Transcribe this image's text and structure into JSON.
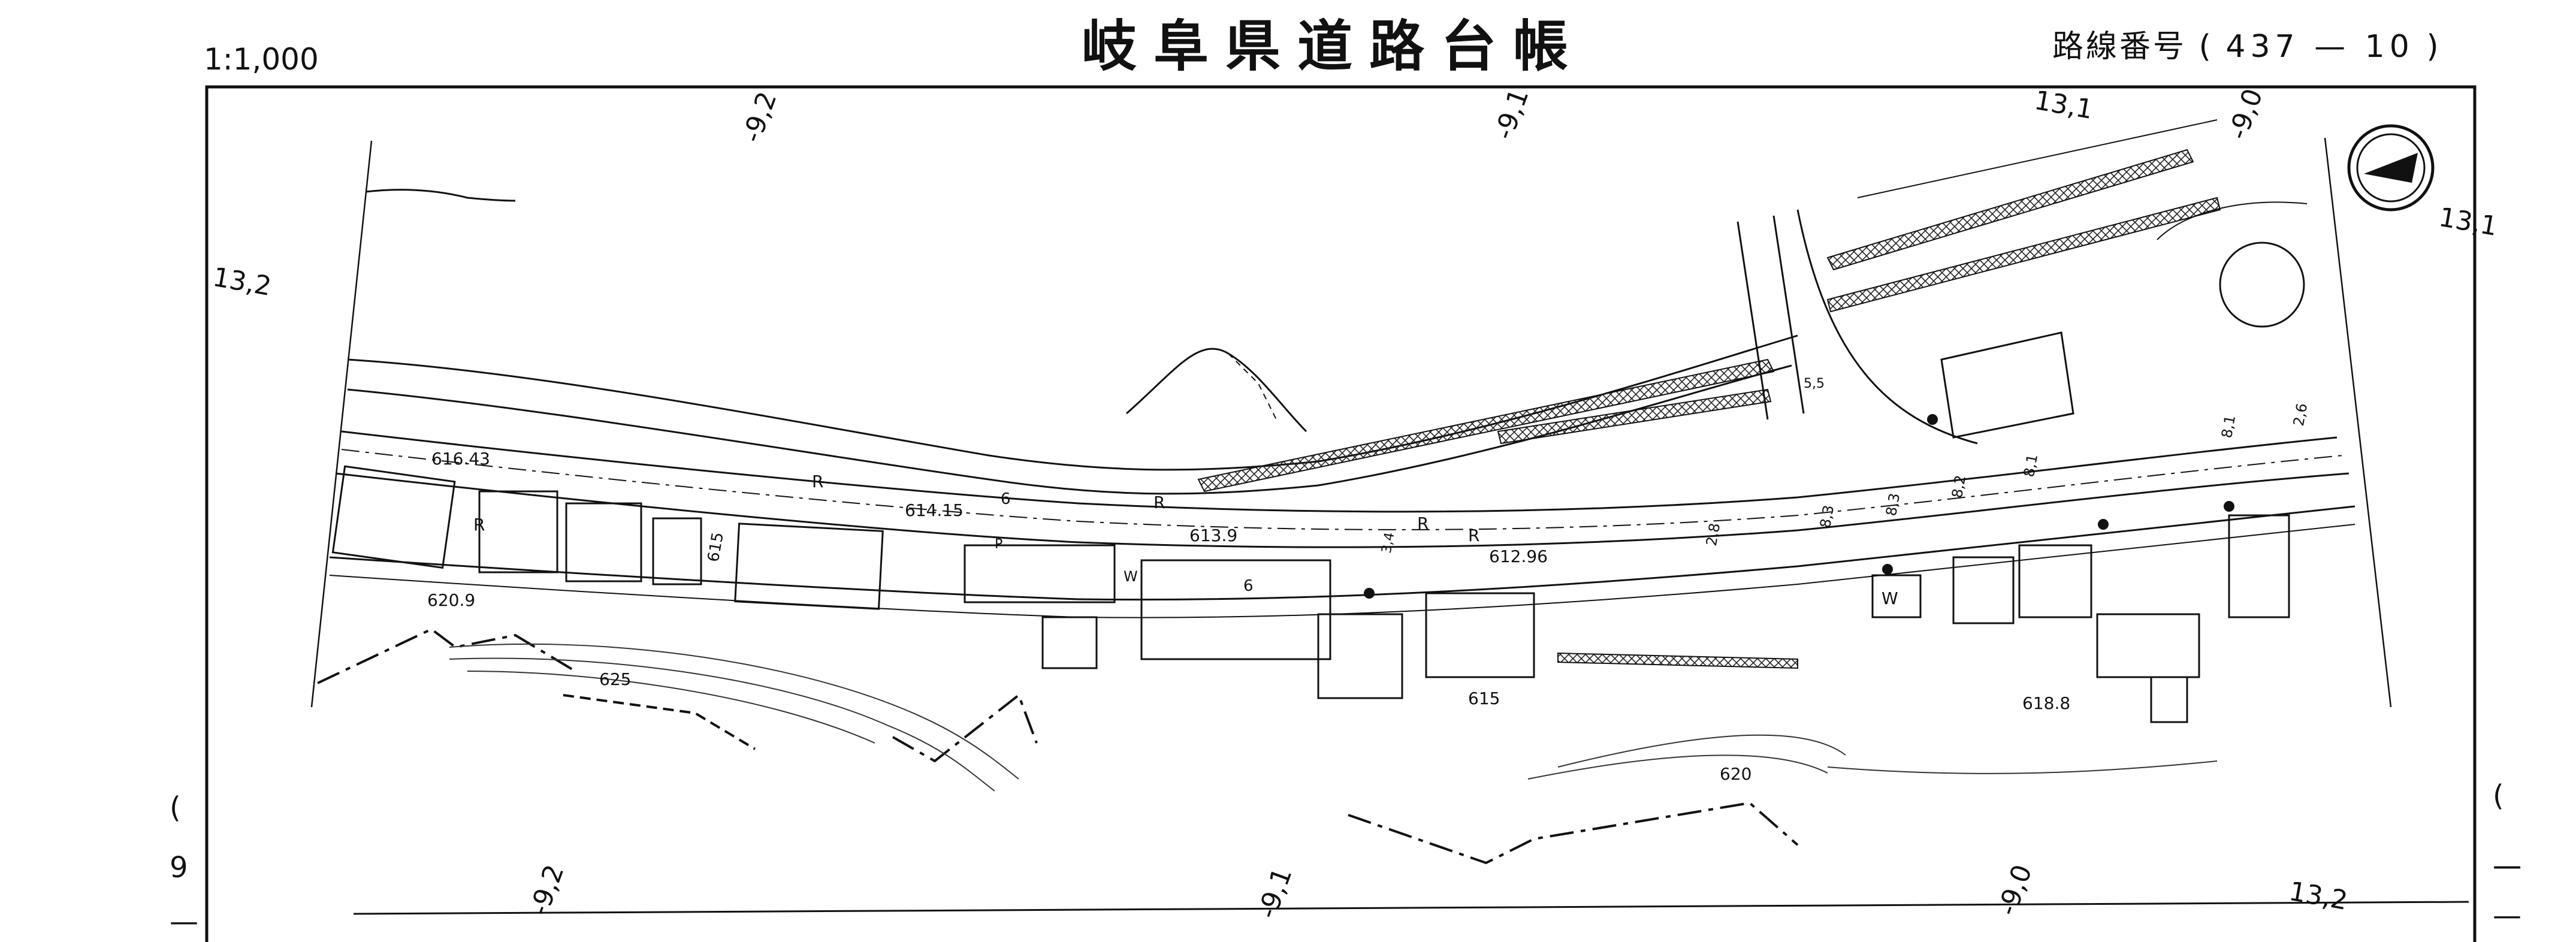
{
  "header": {
    "scale": "1:1,000",
    "title": "岐阜県道路台帳",
    "route_label": "路線番号",
    "route_number": "437 — 10",
    "route_open": "(",
    "route_close": ")"
  },
  "chainage_marks": {
    "top": [
      "-9,2",
      "-9,1",
      "-9,0"
    ],
    "bottom": [
      "-9,2",
      "-9,1",
      "-9,0"
    ],
    "cross": [
      "13,1",
      "13,1",
      "13,2",
      "13,2"
    ]
  },
  "elevations": [
    "616.43",
    "614.15",
    "613.9",
    "612.96",
    "620.9",
    "618.8",
    "625",
    "620",
    "615",
    "615"
  ],
  "road_labels": [
    "R",
    "R",
    "R",
    "R",
    "R",
    "6",
    "6",
    "W",
    "W",
    "P",
    "8,1",
    "8,2",
    "8,3",
    "8,3",
    "2,8",
    "5,5",
    "3,4",
    "2,6",
    "8,1"
  ],
  "sheet_number_left": [
    "(",
    "9",
    "—"
  ],
  "sheet_number_right": [
    "(",
    "一",
    "—"
  ],
  "north_arrow_icon": "north-arrow-icon"
}
